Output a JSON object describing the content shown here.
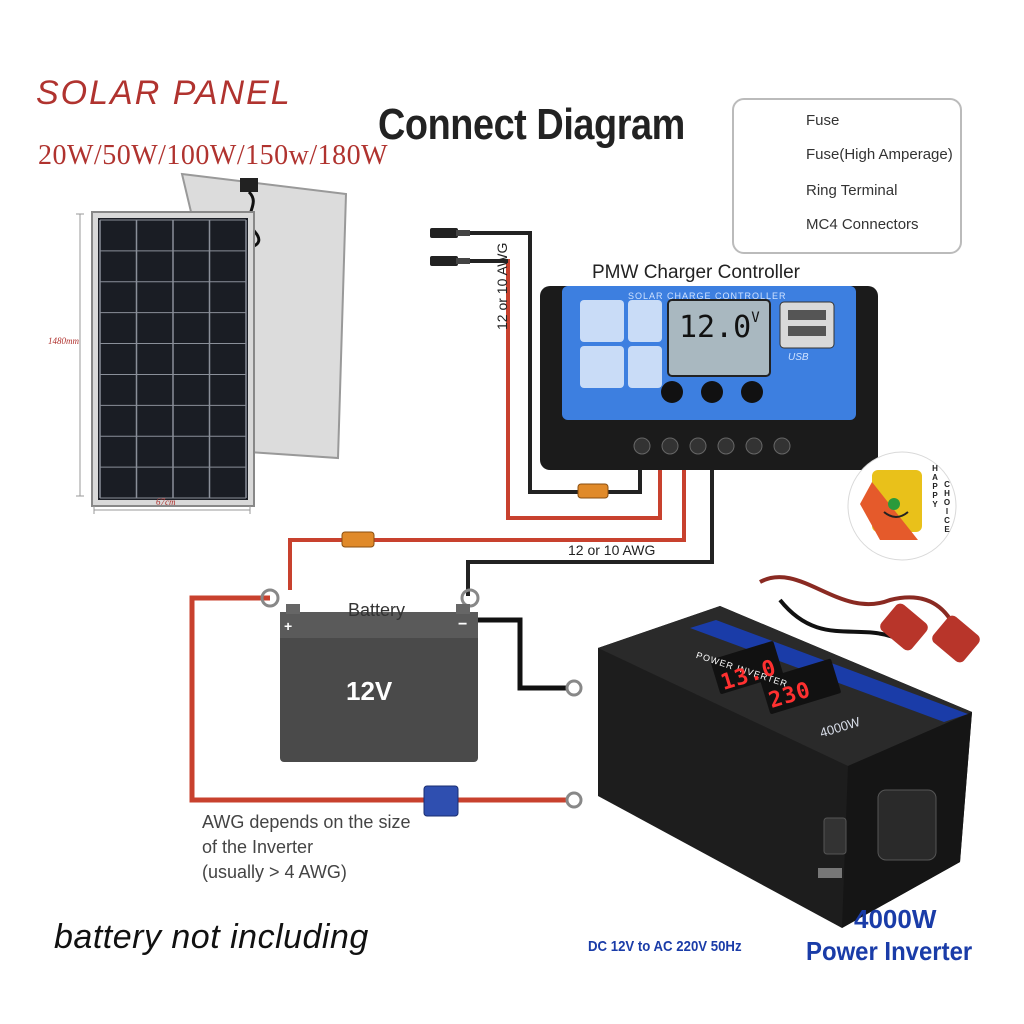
{
  "header": {
    "product_title": "SOLAR PANEL",
    "wattages": "20W/50W/100W/150w/180W",
    "diagram_title": "Connect Diagram"
  },
  "legend": {
    "items": [
      {
        "label": "Fuse",
        "icon": "fuse-icon",
        "color": "#e08a2a"
      },
      {
        "label": "Fuse(High Amperage)",
        "icon": "high-amperage-fuse-icon",
        "color": "#2f4fb0"
      },
      {
        "label": "Ring Terminal",
        "icon": "ring-terminal-icon",
        "color": "#b5342a"
      },
      {
        "label": "MC4 Connectors",
        "icon": "mc4-connector-icon",
        "color": "#333333"
      }
    ]
  },
  "panel": {
    "height_label": "1480mm",
    "width_label": "67cm"
  },
  "controller": {
    "name": "PMW Charger Controller",
    "face_title": "SOLAR CHARGE CONTROLLER",
    "lcd_value": "12.0",
    "lcd_unit": "V",
    "usb_label": "USB",
    "color": "#3d7fe0"
  },
  "wiring": {
    "vertical_gauge": "12 or 10 AWG",
    "horizontal_gauge": "12 or 10 AWG",
    "note_lines": [
      "AWG depends on the size",
      "of the Inverter",
      "(usually  > 4 AWG)"
    ],
    "positive_color": "#c8412e",
    "negative_color": "#111111"
  },
  "battery": {
    "label": "Battery",
    "voltage": "12V",
    "plus": "+",
    "minus": "−"
  },
  "inverter": {
    "band_label": "POWER INVERTER",
    "display_input": "13.0",
    "display_output": "230",
    "side_label": "4000W",
    "watts": "4000W",
    "name": "Power Inverter",
    "spec": "DC 12V to AC 220V  50Hz",
    "text_color": "#1a3ca8"
  },
  "brand": {
    "vertical_text": [
      "H",
      "A",
      "P",
      "P",
      "Y"
    ],
    "vertical_text_2": [
      "C",
      "H",
      "O",
      "I",
      "C",
      "E"
    ]
  },
  "footer": {
    "note": "battery not including"
  }
}
